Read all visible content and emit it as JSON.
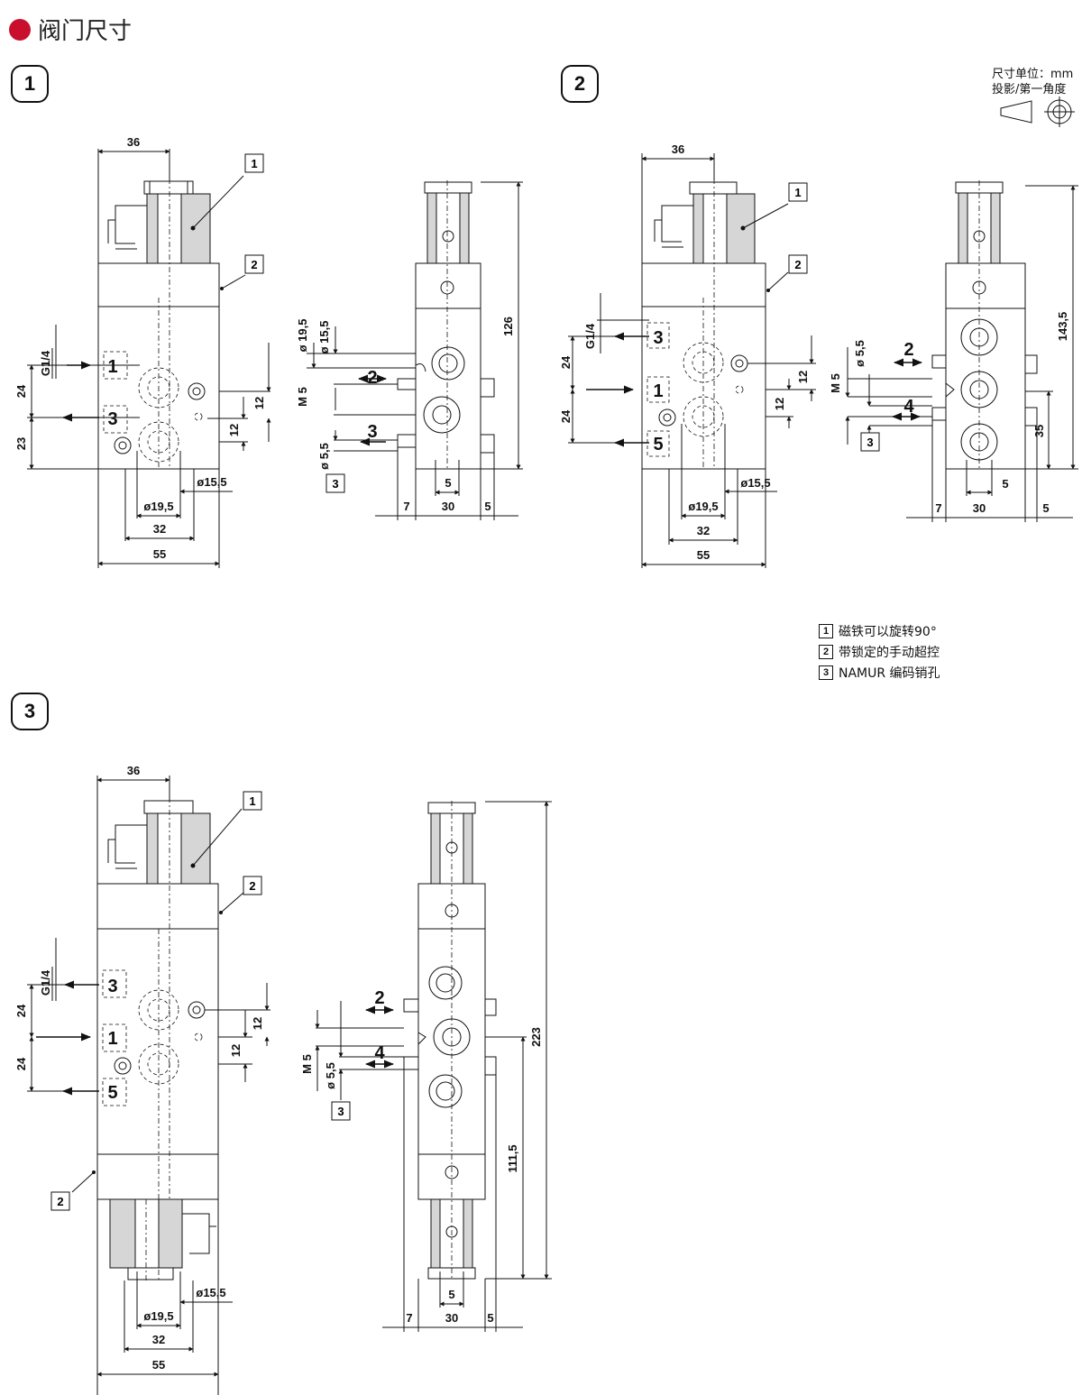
{
  "header": {
    "title": "阀门尺寸",
    "accent_color": "#c8102e"
  },
  "views": [
    {
      "label": "1"
    },
    {
      "label": "2"
    },
    {
      "label": "3"
    }
  ],
  "unit_note": {
    "line1": "尺寸单位：mm",
    "line2": "投影/第一角度"
  },
  "projection_icons": [
    "cone-icon",
    "concentric-circles-icon"
  ],
  "legend": [
    {
      "num": "1",
      "text": "磁铁可以旋转90°"
    },
    {
      "num": "2",
      "text": "带锁定的手动超控"
    },
    {
      "num": "3",
      "text": "NAMUR 编码销孔"
    }
  ],
  "dims": {
    "w36": "36",
    "w55": "55",
    "w32": "32",
    "d195": "ø19,5",
    "d155": "ø15,5",
    "h24": "24",
    "h23": "23",
    "h12": "12",
    "g14": "G1/4",
    "h126": "126",
    "h1435": "143,5",
    "h223": "223",
    "h1115": "111,5",
    "h35": "35",
    "w7": "7",
    "w30": "30",
    "w5": "5",
    "m5": "M 5",
    "d55": "ø 5,5",
    "ds195": "ø 19,5",
    "ds155": "ø 15,5"
  },
  "ports": {
    "p1": "1",
    "p2": "2",
    "p3": "3",
    "p4": "4",
    "p5": "5"
  },
  "callouts": {
    "c1": "1",
    "c2": "2",
    "c3": "3"
  }
}
